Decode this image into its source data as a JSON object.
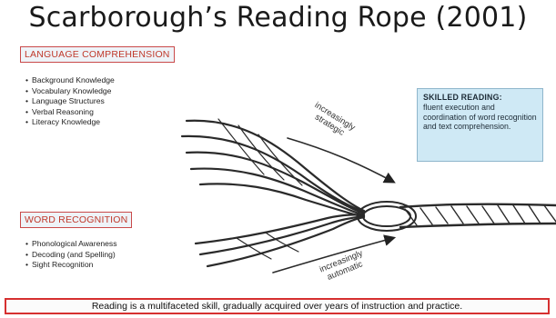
{
  "title": "Scarborough’s Reading Rope (2001)",
  "language_comprehension": {
    "label": "LANGUAGE COMPREHENSION",
    "items": [
      "Background Knowledge",
      "Vocabulary Knowledge",
      "Language Structures",
      "Verbal Reasoning",
      "Literacy Knowledge"
    ]
  },
  "word_recognition": {
    "label": "WORD RECOGNITION",
    "items": [
      "Phonological Awareness",
      "Decoding (and Spelling)",
      "Sight Recognition"
    ]
  },
  "skilled_reading": {
    "heading": "SKILLED READING:",
    "text": "fluent execution and coordination of word recognition and text comprehension."
  },
  "arrows": {
    "upper_line1": "increasingly",
    "upper_line2": "strategic",
    "lower_line1": "increasingly",
    "lower_line2": "automatic"
  },
  "footer": "Reading is a multifaceted skill, gradually acquired over years of instruction and practice.",
  "colors": {
    "label_border": "#c94a4a",
    "label_text": "#c0392b",
    "skilled_bg": "#cfe9f5",
    "footer_border": "#d63030"
  }
}
